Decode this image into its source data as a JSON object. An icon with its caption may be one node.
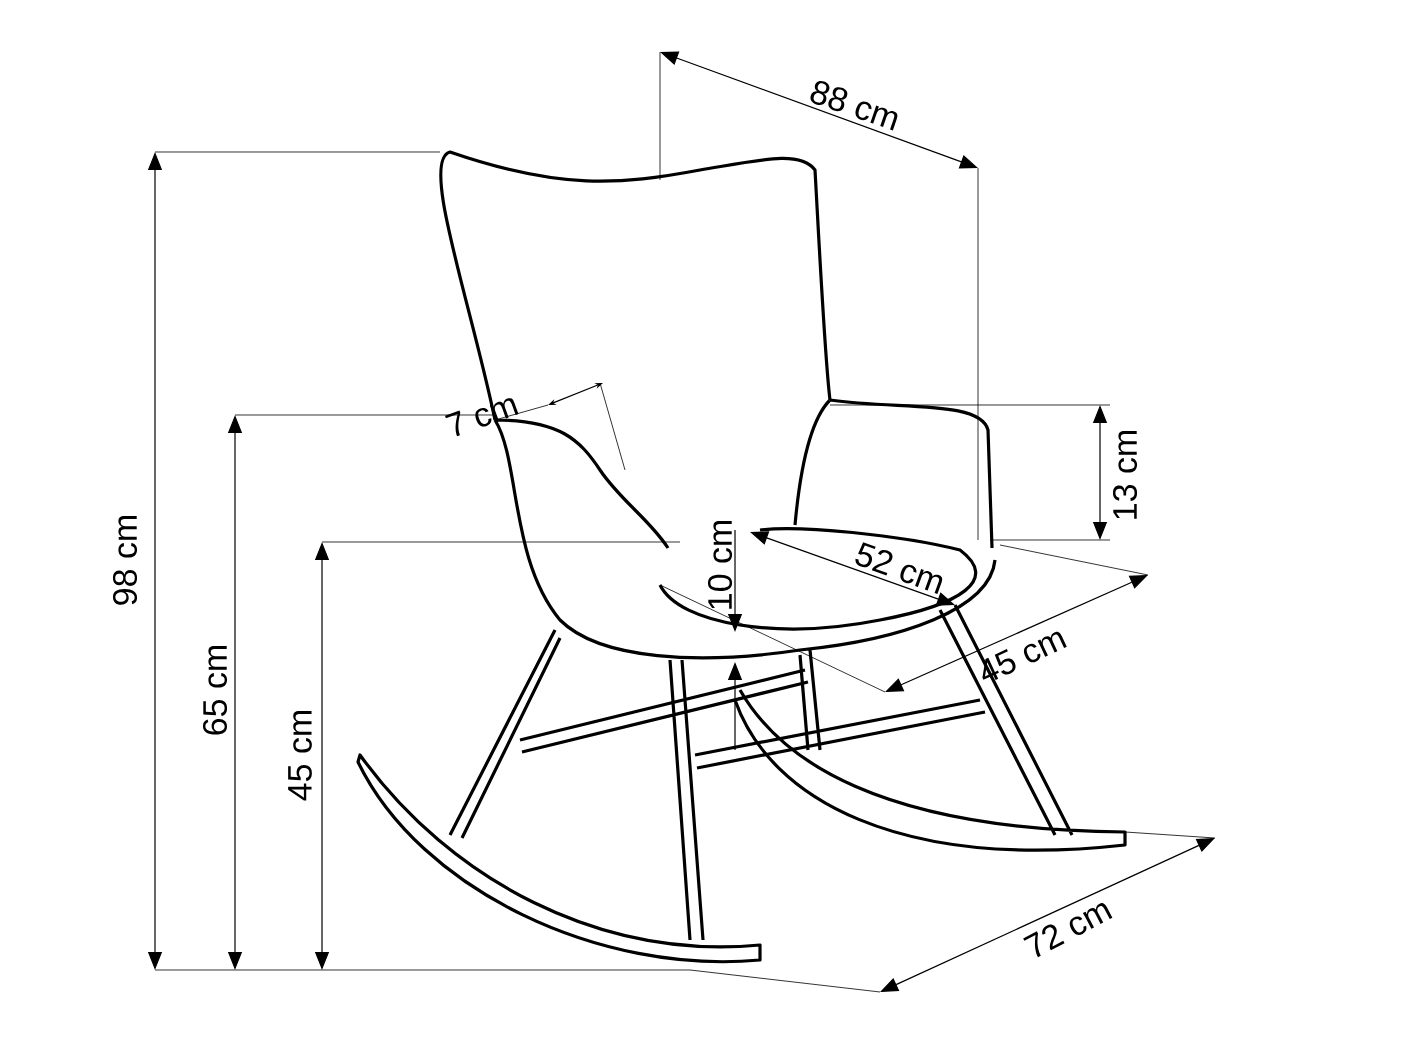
{
  "diagram": {
    "labels": [
      "88 cm",
      "7 cm",
      "13 cm",
      "98 cm",
      "10 cm",
      "52 cm",
      "65 cm",
      "45 cm",
      "45 cm",
      "72 cm"
    ]
  }
}
